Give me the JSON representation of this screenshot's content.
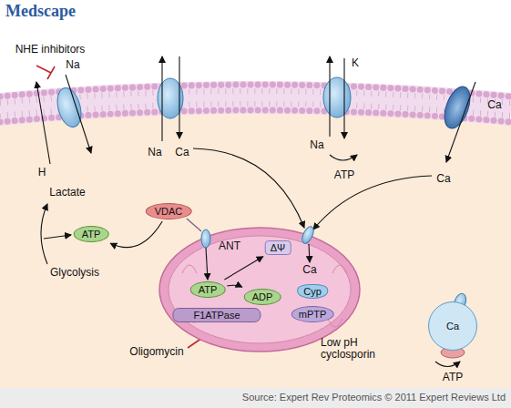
{
  "diagram": {
    "nodes": [
      {
        "text": [
          "ATP"
        ]
      },
      {
        "text": [
          "VDAC"
        ]
      },
      {
        "text": [
          "ΔΨ"
        ]
      },
      {
        "text": [
          "ATP"
        ]
      },
      {
        "text": [
          "ADP"
        ]
      },
      {
        "text": [
          "Cyp"
        ]
      },
      {
        "text": [
          "mPTP"
        ]
      },
      {
        "text": [
          "F1ATPase"
        ]
      },
      {
        "text": [
          "Ca"
        ]
      }
    ],
    "edges": [
      {
        "from": 1,
        "to": 0,
        "arrow": "to"
      },
      {
        "from": 3,
        "to": 4,
        "arrow": "to"
      },
      {
        "from": 3,
        "to": 2,
        "arrow": "to"
      }
    ],
    "labels": [
      "Medscape",
      "NHE inhibitors",
      "Na",
      "H",
      "Na",
      "Ca",
      "Na",
      "K",
      "ATP",
      "Ca",
      "Ca",
      "Lactate",
      "Glycolysis",
      "ANT",
      "Ca",
      "Oligomycin",
      "Low pH cyclosporin",
      "ATP",
      "Source: Expert Rev Proteomics © 2011 Expert Reviews Ltd"
    ]
  }
}
